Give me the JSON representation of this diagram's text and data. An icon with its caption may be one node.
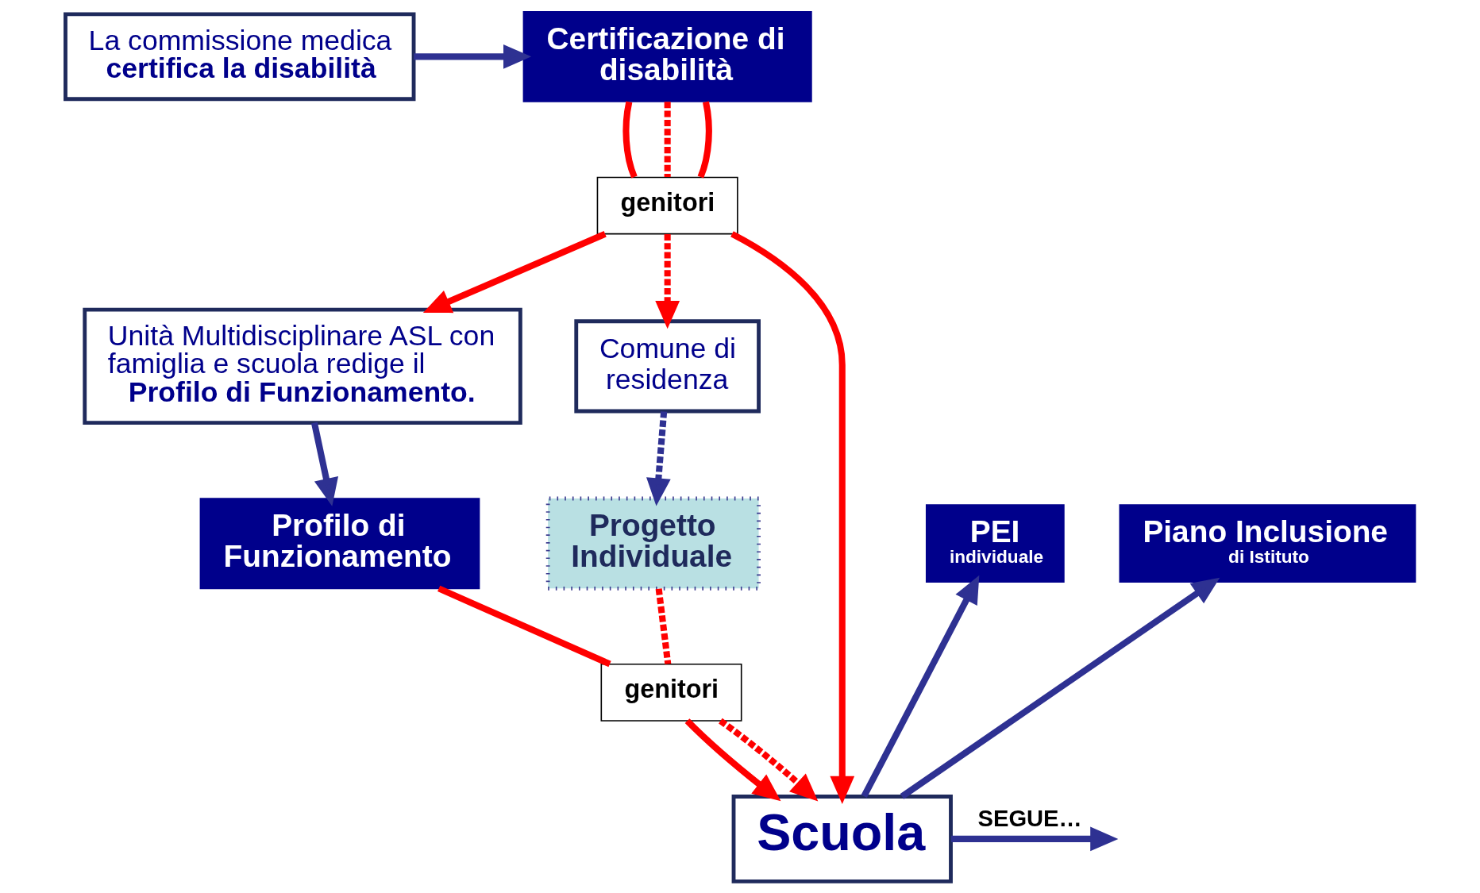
{
  "diagram": {
    "nodes": [
      {
        "text": [
          "La commissione medica",
          "certifica la disabilità"
        ]
      },
      {
        "text": [
          "Certificazione di disabilità"
        ]
      },
      {
        "text": [
          "genitori"
        ]
      },
      {
        "text": [
          "Unità Multidisciplinare ASL con famiglia e scuola redige il",
          "Profilo di Funzionamento."
        ]
      },
      {
        "text": [
          "Comune di residenza"
        ]
      },
      {
        "text": [
          "genitori"
        ]
      },
      {
        "text": [
          "Scuola"
        ]
      },
      {
        "text": [
          "Profilo di Funzionamento"
        ]
      },
      {
        "text": [
          "Progetto Individuale"
        ]
      },
      {
        "text": [
          "PEI",
          "individuale"
        ]
      },
      {
        "text": [
          "Piano Inclusione",
          "di Istituto"
        ]
      }
    ],
    "edges": [
      {
        "from": 0,
        "to": 1,
        "arrow": "to",
        "color": "#2e3192"
      },
      {
        "from": 1,
        "to": 2,
        "arrow": "none"
      },
      {
        "from": 1,
        "to": 2,
        "arrow": "none",
        "style": "dashed"
      },
      {
        "from": 1,
        "to": 2,
        "arrow": "none"
      },
      {
        "from": 2,
        "to": 3,
        "arrow": "to"
      },
      {
        "from": 2,
        "to": 4,
        "arrow": "to",
        "style": "dashed"
      },
      {
        "from": 2,
        "to": 6,
        "arrow": "to"
      },
      {
        "from": 3,
        "to": 7,
        "arrow": "to",
        "color": "#2e3192"
      },
      {
        "from": 4,
        "to": 8,
        "arrow": "to",
        "style": "dashed",
        "color": "#2e3192"
      },
      {
        "from": 7,
        "to": 5,
        "arrow": "none"
      },
      {
        "from": 5,
        "to": 6,
        "arrow": "to"
      },
      {
        "from": 8,
        "to": 5,
        "arrow": "none",
        "style": "dashed"
      },
      {
        "from": 5,
        "to": 6,
        "arrow": "to",
        "style": "dashed"
      },
      {
        "from": 6,
        "to": 9,
        "arrow": "to",
        "color": "#2e3192"
      },
      {
        "from": 6,
        "to": 10,
        "arrow": "to",
        "color": "#2e3192"
      },
      {
        "from": 6,
        "to": null,
        "arrow": "to",
        "label": "SEGUE…",
        "color": "#2e3192"
      }
    ]
  }
}
